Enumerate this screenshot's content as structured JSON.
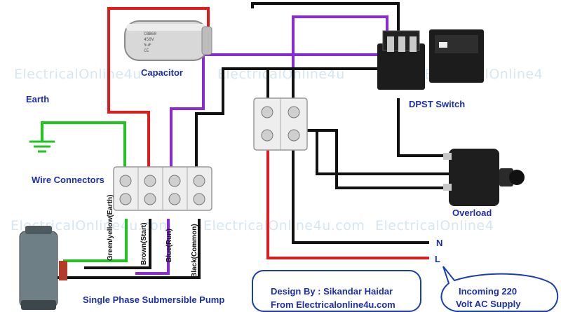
{
  "watermarks": [
    "ElectricalOnline4u",
    "ElectricalOnline4u.com",
    "ElectricalOnline4u.com",
    "ElectricalOnline4"
  ],
  "labels": {
    "capacitor": "Capacitor",
    "earth": "Earth",
    "dpst_switch": "DPST Switch",
    "wire_connectors": "Wire Connectors",
    "overload": "Overload",
    "pump": "Single Phase Submersible Pump",
    "neutral": "N",
    "live": "L"
  },
  "wire_labels": {
    "earth": "Green/yellow(Earth)",
    "start": "Brown(Start)",
    "run": "Blue(Run)",
    "common": "Black(Common)"
  },
  "credit": {
    "line1": "Design By : Sikandar Haidar",
    "line2": "From Electricalonline4u.com"
  },
  "supply": {
    "line1": "Incoming 220",
    "line2": "Volt AC Supply"
  },
  "capacitor_print": [
    "CBB60",
    "450V",
    "5uF",
    "CE"
  ],
  "colors": {
    "red": "#e11b1b",
    "purple": "#8a2bd6",
    "green": "#22c422",
    "black": "#111111",
    "label_blue": "#1b2fb0",
    "callout_border": "#1a3fb0"
  }
}
